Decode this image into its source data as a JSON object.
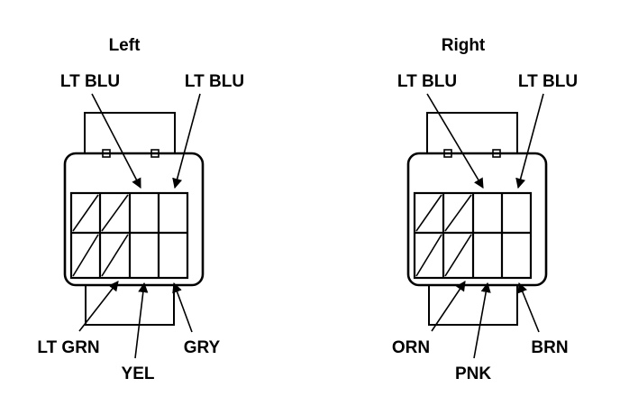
{
  "connectors": [
    {
      "title": "Left",
      "top_labels": [
        "LT BLU",
        "LT BLU"
      ],
      "bottom_labels": [
        "LT GRN",
        "YEL",
        "GRY"
      ]
    },
    {
      "title": "Right",
      "top_labels": [
        "LT BLU",
        "LT BLU"
      ],
      "bottom_labels": [
        "ORN",
        "PNK",
        "BRN"
      ]
    }
  ]
}
